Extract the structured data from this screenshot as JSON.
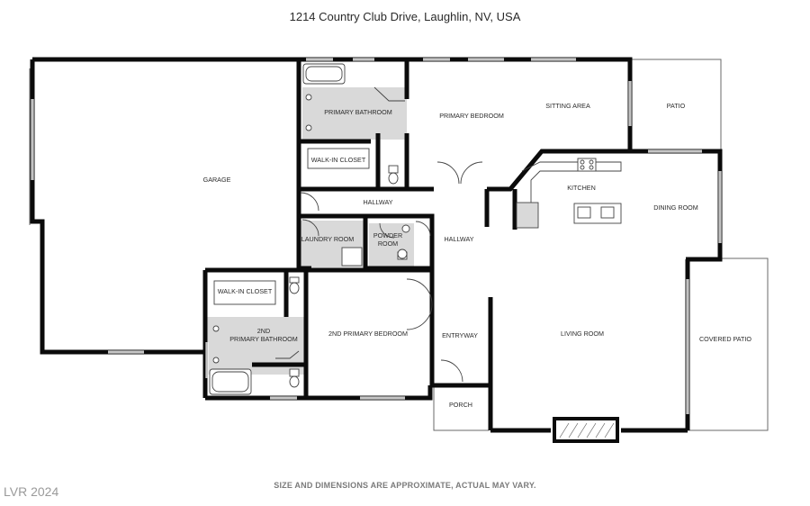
{
  "header": {
    "address": "1214 Country Club Drive, Laughlin, NV, USA"
  },
  "footer": {
    "disclaimer": "SIZE AND DIMENSIONS ARE APPROXIMATE, ACTUAL MAY VARY."
  },
  "watermark": {
    "text": "LVR 2024"
  },
  "colors": {
    "wall": "#0b0b0b",
    "wet_area": "#d9d9d9",
    "background": "#ffffff"
  },
  "rooms": {
    "garage": "GARAGE",
    "primary_bathroom": "PRIMARY BATHROOM",
    "primary_bedroom": "PRIMARY BEDROOM",
    "sitting_area": "SITTING AREA",
    "patio": "PATIO",
    "walk_in_closet_1": "WALK-IN CLOSET",
    "hallway_1": "HALLWAY",
    "kitchen": "KITCHEN",
    "dining_room": "DINING ROOM",
    "laundry_room": "LAUNDRY ROOM",
    "powder_room_line1": "POWDER",
    "powder_room_line2": "ROOM",
    "hallway_2": "HALLWAY",
    "walk_in_closet_2": "WALK-IN CLOSET",
    "second_bathroom_line1": "2ND",
    "second_bathroom_line2": "PRIMARY BATHROOM",
    "second_bedroom": "2ND PRIMARY BEDROOM",
    "entryway": "ENTRYWAY",
    "living_room": "LIVING ROOM",
    "covered_patio": "COVERED PATIO",
    "porch": "PORCH"
  }
}
